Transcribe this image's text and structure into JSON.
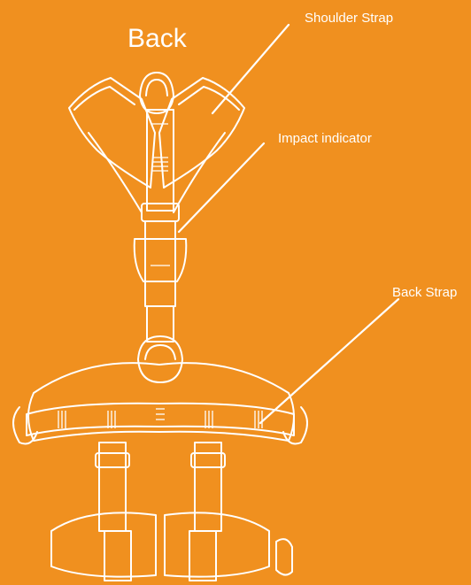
{
  "diagram": {
    "title": "Back",
    "callouts": [
      {
        "id": "shoulder-strap",
        "label": "Shoulder Strap"
      },
      {
        "id": "impact-indicator",
        "label": "Impact indicator"
      },
      {
        "id": "back-strap",
        "label": "Back Strap"
      }
    ]
  },
  "colors": {
    "background": "#F0901F",
    "line": "#ffffff"
  }
}
